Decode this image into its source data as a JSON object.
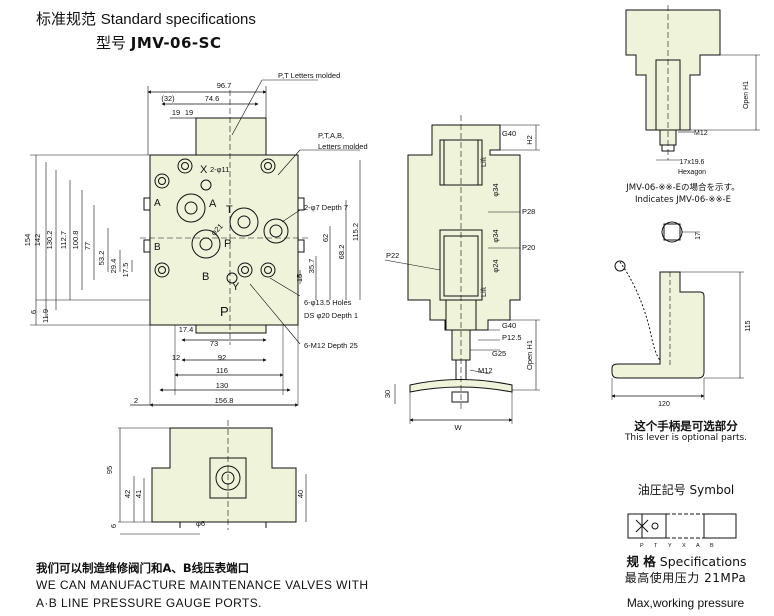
{
  "header": {
    "title_cn": "标准规范",
    "title_en": "Standard specifications",
    "model_label": "型号",
    "model_value": "JMV-06-SC"
  },
  "top_view": {
    "dims_top": [
      "96.7",
      "(32)",
      "74.6",
      "19",
      "19"
    ],
    "dims_left": [
      "154",
      "142",
      "130.2",
      "112.7",
      "100.8",
      "77",
      "53.2",
      "29.4",
      "17.5",
      "6",
      "11.9"
    ],
    "dims_right": [
      "115.2",
      "68.2",
      "62",
      "35.7",
      "15"
    ],
    "dims_bottom": [
      "17.4",
      "73",
      "12",
      "92",
      "116",
      "130",
      "2",
      "156.8"
    ],
    "port_letters": [
      "A",
      "T",
      "X",
      "P",
      "B",
      "Y",
      "P",
      "B",
      "A"
    ],
    "hole_labels": [
      "2-φ11",
      "φ21"
    ],
    "callouts": [
      "P,T Letters molded",
      "P,T,A,B,",
      "Letters molded",
      "2-φ7 Depth 7",
      "6-φ13.5 Holes",
      "DS φ20 Depth 1",
      "6-M12 Depth 25"
    ]
  },
  "front_view": {
    "dims": [
      "95",
      "42",
      "41",
      "40",
      "6",
      "φ6"
    ]
  },
  "side_view": {
    "labels": [
      "G40",
      "H2",
      "Lift",
      "φ34",
      "P28",
      "φ34",
      "P20",
      "φ24",
      "P22",
      "Lift",
      "G40",
      "P12.5",
      "G25",
      "M12",
      "Open H1",
      "30",
      "W"
    ]
  },
  "detail_view": {
    "labels": [
      "M12",
      "17x19.6",
      "Hexagon",
      "Open H1"
    ],
    "note_cn": "JMV-06-※※-Eの場合を示す。",
    "note_en": "Indicates JMV-06-※※-E"
  },
  "lever": {
    "dims": [
      "17",
      "115",
      "120"
    ],
    "note_cn": "这个手柄是可选部分",
    "note_en": "This lever is optional parts."
  },
  "symbol": {
    "title": "油圧記号 Symbol",
    "ports": [
      "P",
      "T",
      "Y",
      "X",
      "A",
      "B"
    ]
  },
  "spec": {
    "title_cn": "规 格",
    "title_en": "Specifications",
    "pressure_label_cn": "最高使用压力",
    "pressure_value": "21MPa",
    "pressure_label_en": "Max,working pressure"
  },
  "bottom_note": {
    "cn": "我们可以制造维修阀门和A、B线压表端口",
    "en_line1": "WE CAN MANUFACTURE MAINTENANCE VALVES WITH",
    "en_line2": "A·B LINE PRESSURE GAUGE PORTS."
  },
  "colors": {
    "fill": "#eef3da",
    "line": "#1a1a1a"
  }
}
